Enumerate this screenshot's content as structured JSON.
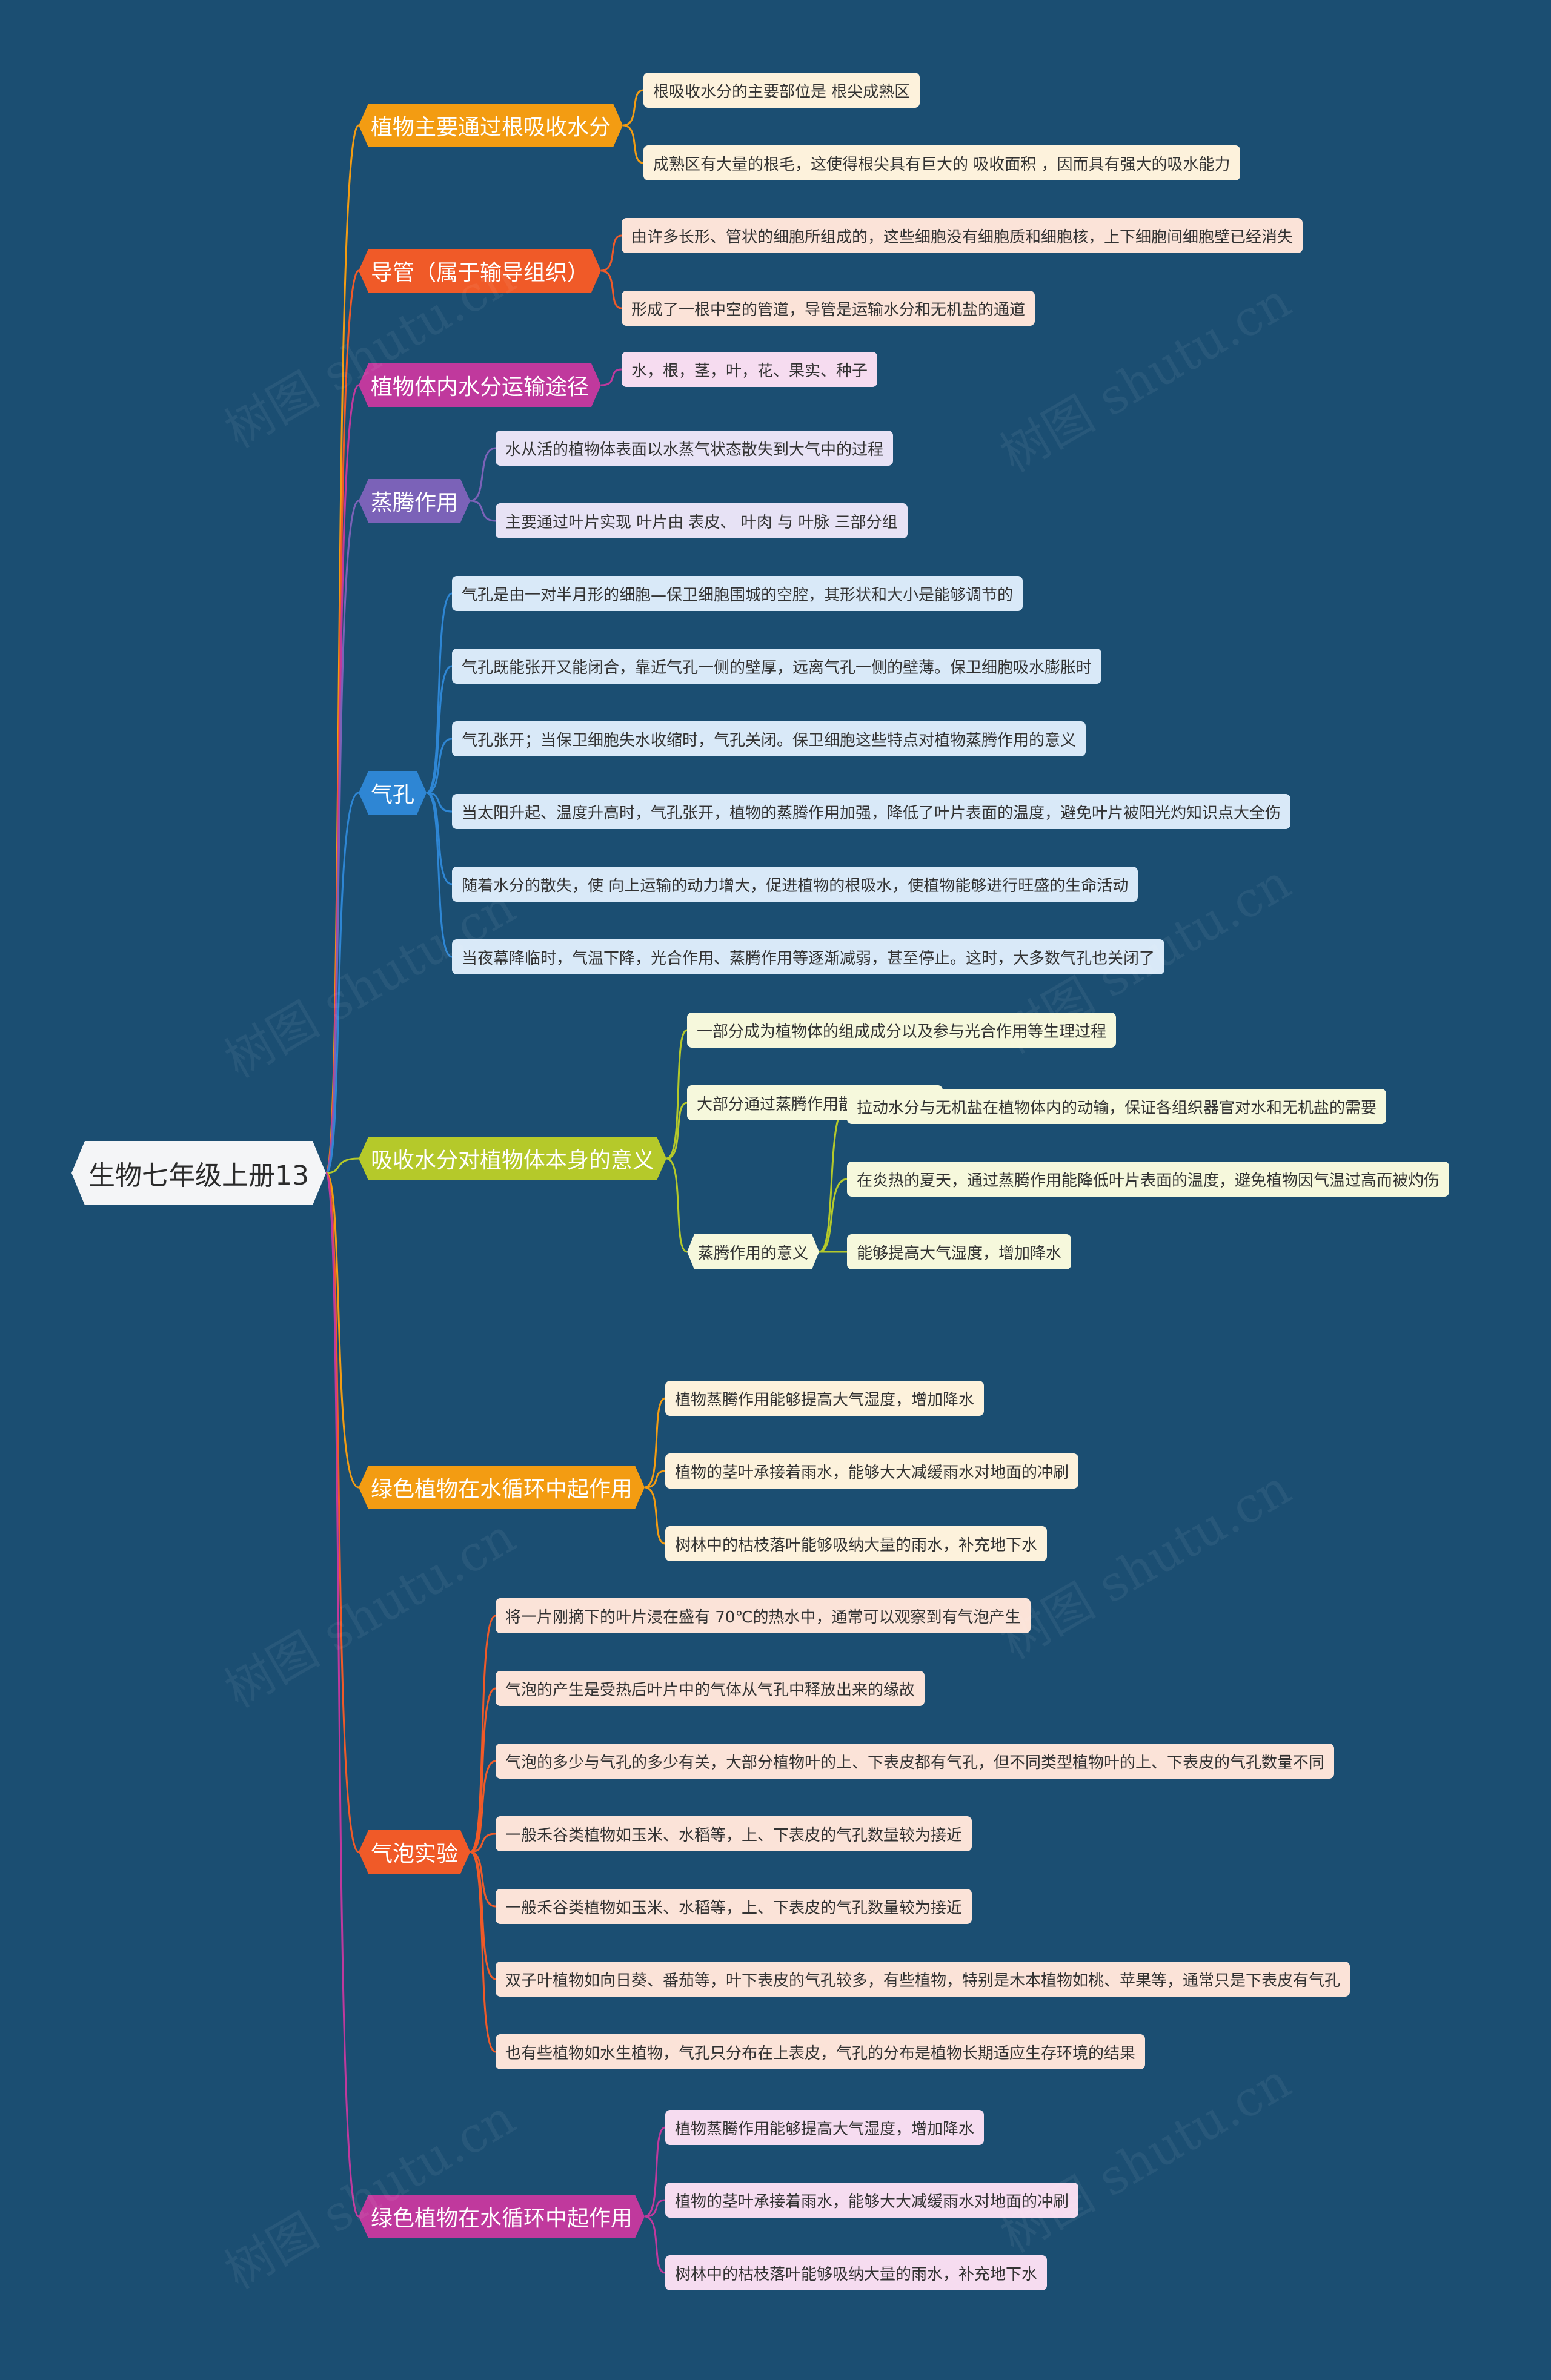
{
  "root": "生物七年级上册13",
  "branches": [
    {
      "label": "植物主要通过根吸收水分",
      "color": "#f39c12",
      "leaf_color": "#fdf2dc",
      "children": [
        {
          "label": "根吸收水分的主要部位是 根尖成熟区"
        },
        {
          "label": "成熟区有大量的根毛，这使得根尖具有巨大的 吸收面积 ，因而具有强大的吸水能力"
        }
      ]
    },
    {
      "label": "导管（属于输导组织）",
      "color": "#f05a28",
      "leaf_color": "#fbe3d8",
      "children": [
        {
          "label": "由许多长形、管状的细胞所组成的，这些细胞没有细胞质和细胞核，上下细胞间细胞壁已经消失"
        },
        {
          "label": "形成了一根中空的管道，导管是运输水分和无机盐的通道"
        }
      ]
    },
    {
      "label": "植物体内水分运输途径",
      "color": "#c0399d",
      "leaf_color": "#f6dcf0",
      "children": [
        {
          "label": "水，根，茎，叶，花、果实、种子"
        }
      ]
    },
    {
      "label": "蒸腾作用",
      "color": "#7b62b8",
      "leaf_color": "#e7e2f5",
      "children": [
        {
          "label": "水从活的植物体表面以水蒸气状态散失到大气中的过程"
        },
        {
          "label": "主要通过叶片实现 叶片由  表皮、 叶肉 与 叶脉 三部分组"
        }
      ]
    },
    {
      "label": "气孔",
      "color": "#2e86d4",
      "leaf_color": "#d9e9f8",
      "children": [
        {
          "label": "气孔是由一对半月形的细胞—保卫细胞围城的空腔，其形状和大小是能够调节的"
        },
        {
          "label": "气孔既能张开又能闭合，靠近气孔一侧的壁厚，远离气孔一侧的壁薄。保卫细胞吸水膨胀时"
        },
        {
          "label": "气孔张开；当保卫细胞失水收缩时，气孔关闭。保卫细胞这些特点对植物蒸腾作用的意义"
        },
        {
          "label": "当太阳升起、温度升高时，气孔张开，植物的蒸腾作用加强，降低了叶片表面的温度，避免叶片被阳光灼知识点大全伤"
        },
        {
          "label": "随着水分的散失，使 向上运输的动力增大，促进植物的根吸水，使植物能够进行旺盛的生命活动"
        },
        {
          "label": "当夜幕降临时，气温下降，光合作用、蒸腾作用等逐渐减弱，甚至停止。这时，大多数气孔也关闭了"
        }
      ]
    },
    {
      "label": "吸收水分对植物体本身的意义",
      "color": "#b5c92a",
      "leaf_color": "#f6f8dc",
      "children": [
        {
          "label": "一部分成为植物体的组成成分以及参与光合作用等生理过程"
        },
        {
          "label": "大部分通过蒸腾作用散失到环境中"
        },
        {
          "label": "蒸腾作用的意义",
          "children": [
            {
              "label": "拉动水分与无机盐在植物体内的动输，保证各组织器官对水和无机盐的需要"
            },
            {
              "label": "在炎热的夏天，通过蒸腾作用能降低叶片表面的温度，避免植物因气温过高而被灼伤"
            },
            {
              "label": "能够提高大气湿度，增加降水"
            }
          ]
        }
      ]
    },
    {
      "label": "绿色植物在水循环中起作用",
      "color": "#f39c12",
      "leaf_color": "#fdf2dc",
      "children": [
        {
          "label": "植物蒸腾作用能够提高大气湿度，增加降水"
        },
        {
          "label": "植物的茎叶承接着雨水，能够大大减缓雨水对地面的冲刷"
        },
        {
          "label": "树林中的枯枝落叶能够吸纳大量的雨水，补充地下水"
        }
      ]
    },
    {
      "label": "气泡实验",
      "color": "#f05a28",
      "leaf_color": "#fbe3d8",
      "children": [
        {
          "label": "将一片刚摘下的叶片浸在盛有 70℃的热水中，通常可以观察到有气泡产生"
        },
        {
          "label": "气泡的产生是受热后叶片中的气体从气孔中释放出来的缘故"
        },
        {
          "label": "气泡的多少与气孔的多少有关，大部分植物叶的上、下表皮都有气孔，但不同类型植物叶的上、下表皮的气孔数量不同"
        },
        {
          "label": "一般禾谷类植物如玉米、水稻等，上、下表皮的气孔数量较为接近"
        },
        {
          "label": "一般禾谷类植物如玉米、水稻等，上、下表皮的气孔数量较为接近"
        },
        {
          "label": "双子叶植物如向日葵、番茄等，叶下表皮的气孔较多，有些植物，特别是木本植物如桃、苹果等，通常只是下表皮有气孔"
        },
        {
          "label": "也有些植物如水生植物，气孔只分布在上表皮，气孔的分布是植物长期适应生存环境的结果"
        }
      ]
    },
    {
      "label": "绿色植物在水循环中起作用",
      "color": "#c0399d",
      "leaf_color": "#f6dcf0",
      "children": [
        {
          "label": "植物蒸腾作用能够提高大气湿度，增加降水"
        },
        {
          "label": "植物的茎叶承接着雨水，能够大大减缓雨水对地面的冲刷"
        },
        {
          "label": "树林中的枯枝落叶能够吸纳大量的雨水，补充地下水"
        }
      ]
    }
  ],
  "watermark": "树图 shutu.cn"
}
